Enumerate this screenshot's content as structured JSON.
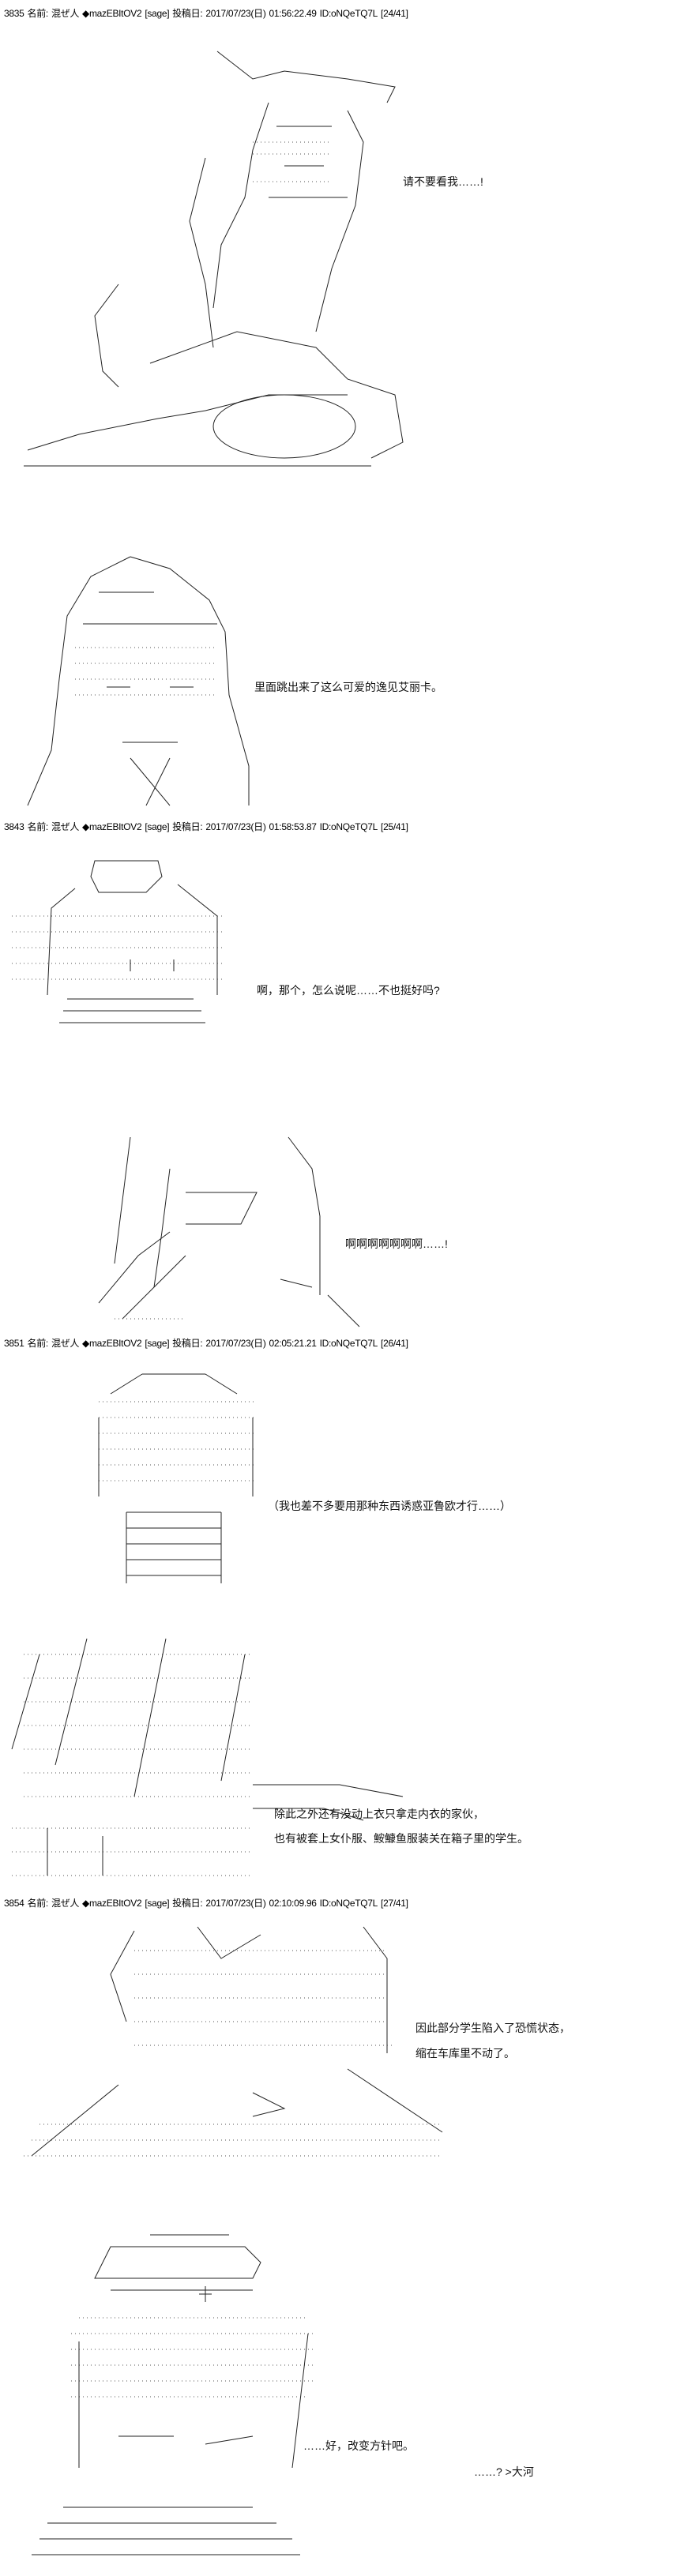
{
  "posts": [
    {
      "number": "3835",
      "name_label": "名前:",
      "name": "混ぜ人",
      "trip": "◆mazEBItOV2",
      "mail": "[sage]",
      "date_label": "投稿日:",
      "date": "2017/07/23(日)",
      "time": "01:56:22.49",
      "id": "ID:oNQeTQ7L",
      "count": "[24/41]",
      "lines": [
        "请不要看我……!",
        "里面跳出来了这么可爱的逸见艾丽卡。"
      ]
    },
    {
      "number": "3843",
      "name_label": "名前:",
      "name": "混ぜ人",
      "trip": "◆mazEBItOV2",
      "mail": "[sage]",
      "date_label": "投稿日:",
      "date": "2017/07/23(日)",
      "time": "01:58:53.87",
      "id": "ID:oNQeTQ7L",
      "count": "[25/41]",
      "lines": [
        "啊，那个，怎么说呢……不也挺好吗?",
        "啊啊啊啊啊啊啊……!"
      ]
    },
    {
      "number": "3851",
      "name_label": "名前:",
      "name": "混ぜ人",
      "trip": "◆mazEBItOV2",
      "mail": "[sage]",
      "date_label": "投稿日:",
      "date": "2017/07/23(日)",
      "time": "02:05:21.21",
      "id": "ID:oNQeTQ7L",
      "count": "[26/41]",
      "lines": [
        "（我也差不多要用那种东西诱惑亚鲁欧才行……）",
        "除此之外还有没动上衣只拿走内衣的家伙，",
        "也有被套上女仆服、鮟鱇鱼服装关在箱子里的学生。"
      ]
    },
    {
      "number": "3854",
      "name_label": "名前:",
      "name": "混ぜ人",
      "trip": "◆mazEBItOV2",
      "mail": "[sage]",
      "date_label": "投稿日:",
      "date": "2017/07/23(日)",
      "time": "02:10:09.96",
      "id": "ID:oNQeTQ7L",
      "count": "[27/41]",
      "lines": [
        "因此部分学生陷入了恐慌状态，",
        "缩在车库里不动了。",
        "……好，改变方针吧。",
        "……? >大河"
      ]
    }
  ]
}
